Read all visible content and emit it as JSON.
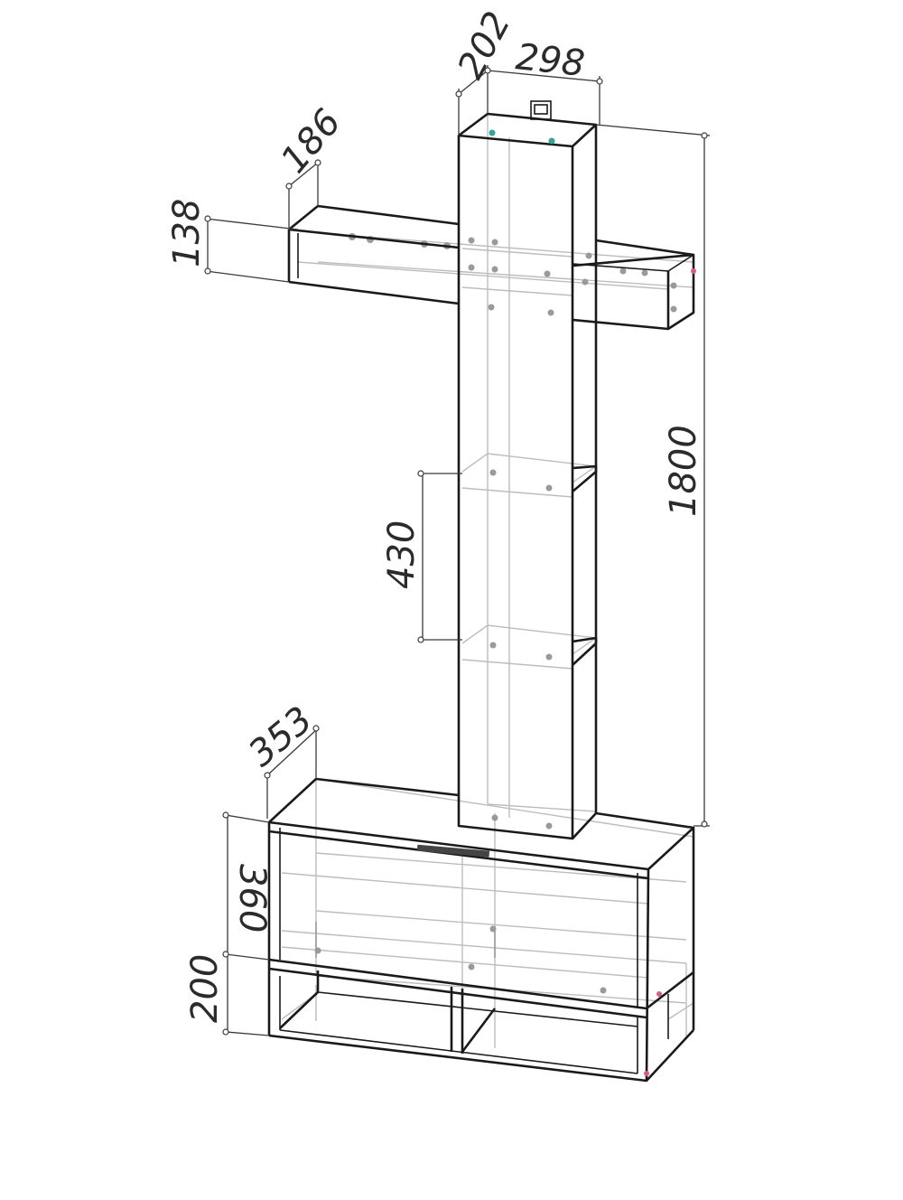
{
  "dimensions": {
    "top_depth": "202",
    "top_width": "298",
    "shelf_depth": "186",
    "shelf_height": "138",
    "total_height": "1800",
    "shelf_gap": "430",
    "base_depth": "353",
    "base_upper_height": "360",
    "base_lower_height": "200"
  },
  "colors": {
    "line": "#1a1a1a",
    "hidden_line": "#bdbdbd",
    "accent_teal": "#2fa59a",
    "accent_pink": "#d95b8a"
  }
}
